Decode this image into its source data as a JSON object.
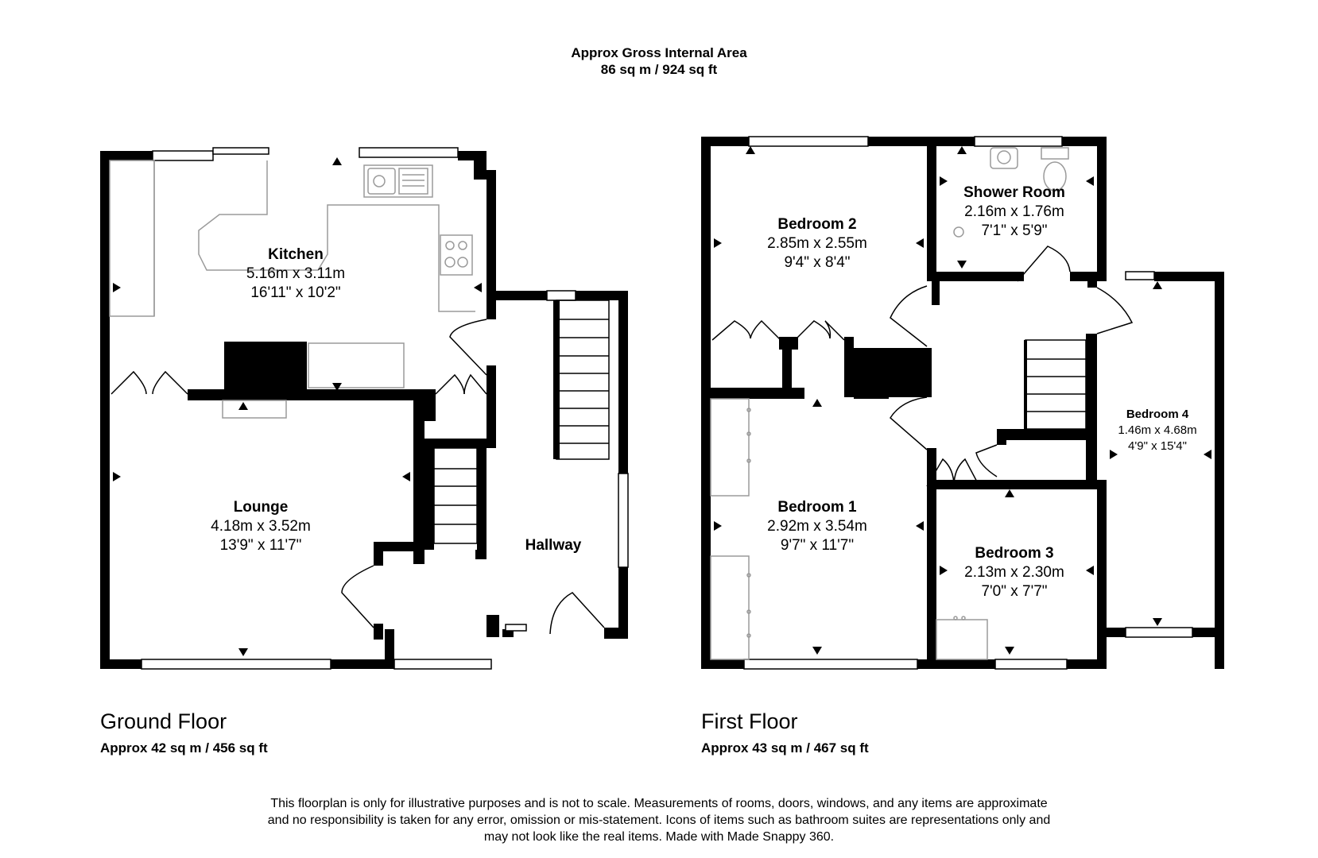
{
  "header": {
    "line1": "Approx Gross Internal Area",
    "line2": "86 sq m / 924 sq ft"
  },
  "floors": {
    "ground": {
      "title": "Ground Floor",
      "area": "Approx 42 sq m / 456 sq ft"
    },
    "first": {
      "title": "First Floor",
      "area": "Approx 43 sq m / 467 sq ft"
    }
  },
  "rooms": {
    "kitchen": {
      "name": "Kitchen",
      "metric": "5.16m x 3.11m",
      "imperial": "16'11\" x 10'2\""
    },
    "lounge": {
      "name": "Lounge",
      "metric": "4.18m x 3.52m",
      "imperial": "13'9\" x 11'7\""
    },
    "hallway": {
      "name": "Hallway"
    },
    "bedroom2": {
      "name": "Bedroom 2",
      "metric": "2.85m x 2.55m",
      "imperial": "9'4\" x 8'4\""
    },
    "shower": {
      "name": "Shower Room",
      "metric": "2.16m x 1.76m",
      "imperial": "7'1\" x 5'9\""
    },
    "bedroom1": {
      "name": "Bedroom 1",
      "metric": "2.92m x 3.54m",
      "imperial": "9'7\" x 11'7\""
    },
    "bedroom3": {
      "name": "Bedroom 3",
      "metric": "2.13m x 2.30m",
      "imperial": "7'0\" x 7'7\""
    },
    "bedroom4": {
      "name": "Bedroom 4",
      "metric": "1.46m x 4.68m",
      "imperial": "4'9\" x 15'4\""
    }
  },
  "disclaimer": {
    "line1": "This floorplan is only for illustrative purposes and is not to scale. Measurements of rooms, doors, windows, and any items are approximate",
    "line2": "and no responsibility is taken for any error, omission or mis-statement. Icons of items such as bathroom suites are representations only and",
    "line3": "may not look like the real items. Made with Made Snappy 360."
  },
  "colors": {
    "wall": "#000000",
    "fixture": "#9a9a9a",
    "background": "#ffffff"
  }
}
